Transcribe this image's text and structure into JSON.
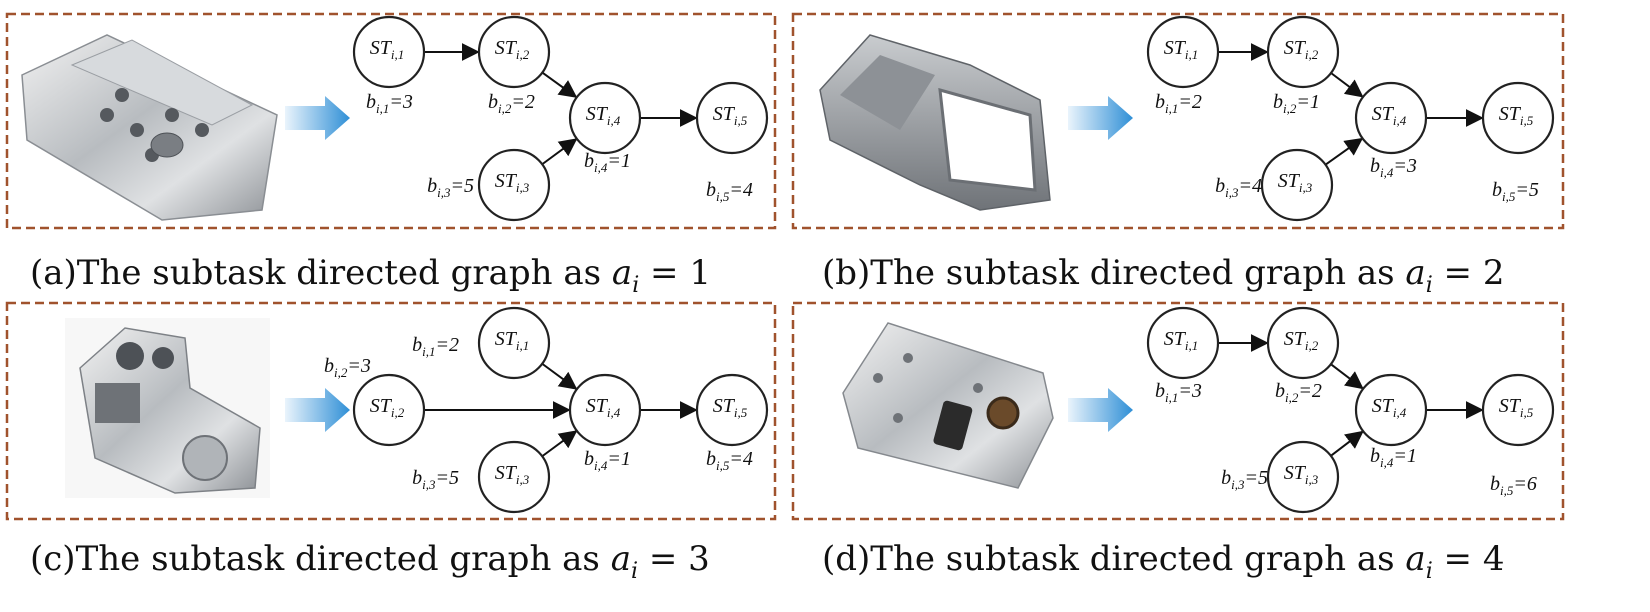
{
  "panels": [
    {
      "id": "a",
      "caption_prefix": "(a)The subtask directed graph as ",
      "caption_var": "a",
      "caption_sub": "i",
      "caption_eq": " = 1",
      "image_name": "cylinder-head-cover",
      "nodes": [
        {
          "label": "ST",
          "sub": "i,1",
          "b_label": "b",
          "b_sub": "i,1",
          "b_val": "=3"
        },
        {
          "label": "ST",
          "sub": "i,2",
          "b_label": "b",
          "b_sub": "i,2",
          "b_val": "=2"
        },
        {
          "label": "ST",
          "sub": "i,3",
          "b_label": "b",
          "b_sub": "i,3",
          "b_val": "=5"
        },
        {
          "label": "ST",
          "sub": "i,4",
          "b_label": "b",
          "b_sub": "i,4",
          "b_val": "=1"
        },
        {
          "label": "ST",
          "sub": "i,5",
          "b_label": "b",
          "b_sub": "i,5",
          "b_val": "=4"
        }
      ],
      "edges": [
        [
          "i,1",
          "i,2"
        ],
        [
          "i,2",
          "i,4"
        ],
        [
          "i,3",
          "i,4"
        ],
        [
          "i,4",
          "i,5"
        ]
      ]
    },
    {
      "id": "b",
      "caption_prefix": "(b)The subtask directed graph as ",
      "caption_var": "a",
      "caption_sub": "i",
      "caption_eq": " = 2",
      "image_name": "oil-pan",
      "nodes": [
        {
          "label": "ST",
          "sub": "i,1",
          "b_label": "b",
          "b_sub": "i,1",
          "b_val": "=2"
        },
        {
          "label": "ST",
          "sub": "i,2",
          "b_label": "b",
          "b_sub": "i,2",
          "b_val": "=1"
        },
        {
          "label": "ST",
          "sub": "i,3",
          "b_label": "b",
          "b_sub": "i,3",
          "b_val": "=4"
        },
        {
          "label": "ST",
          "sub": "i,4",
          "b_label": "b",
          "b_sub": "i,4",
          "b_val": "=3"
        },
        {
          "label": "ST",
          "sub": "i,5",
          "b_label": "b",
          "b_sub": "i,5",
          "b_val": "=5"
        }
      ],
      "edges": [
        [
          "i,1",
          "i,2"
        ],
        [
          "i,2",
          "i,4"
        ],
        [
          "i,3",
          "i,4"
        ],
        [
          "i,4",
          "i,5"
        ]
      ]
    },
    {
      "id": "c",
      "caption_prefix": "(c)The subtask directed graph as ",
      "caption_var": "a",
      "caption_sub": "i",
      "caption_eq": " = 3",
      "image_name": "transmission-housing",
      "nodes": [
        {
          "label": "ST",
          "sub": "i,1",
          "b_label": "b",
          "b_sub": "i,1",
          "b_val": "=2"
        },
        {
          "label": "ST",
          "sub": "i,2",
          "b_label": "b",
          "b_sub": "i,2",
          "b_val": "=3"
        },
        {
          "label": "ST",
          "sub": "i,3",
          "b_label": "b",
          "b_sub": "i,3",
          "b_val": "=5"
        },
        {
          "label": "ST",
          "sub": "i,4",
          "b_label": "b",
          "b_sub": "i,4",
          "b_val": "=1"
        },
        {
          "label": "ST",
          "sub": "i,5",
          "b_label": "b",
          "b_sub": "i,5",
          "b_val": "=4"
        }
      ],
      "edges": [
        [
          "i,1",
          "i,4"
        ],
        [
          "i,2",
          "i,4"
        ],
        [
          "i,3",
          "i,4"
        ],
        [
          "i,4",
          "i,5"
        ]
      ]
    },
    {
      "id": "d",
      "caption_prefix": "(d)The subtask directed graph as ",
      "caption_var": "a",
      "caption_sub": "i",
      "caption_eq": " = 4",
      "image_name": "timing-chain-cover",
      "nodes": [
        {
          "label": "ST",
          "sub": "i,1",
          "b_label": "b",
          "b_sub": "i,1",
          "b_val": "=3"
        },
        {
          "label": "ST",
          "sub": "i,2",
          "b_label": "b",
          "b_sub": "i,2",
          "b_val": "=2"
        },
        {
          "label": "ST",
          "sub": "i,3",
          "b_label": "b",
          "b_sub": "i,3",
          "b_val": "=5"
        },
        {
          "label": "ST",
          "sub": "i,4",
          "b_label": "b",
          "b_sub": "i,4",
          "b_val": "=1"
        },
        {
          "label": "ST",
          "sub": "i,5",
          "b_label": "b",
          "b_sub": "i,5",
          "b_val": "=6"
        }
      ],
      "edges": [
        [
          "i,1",
          "i,2"
        ],
        [
          "i,2",
          "i,4"
        ],
        [
          "i,3",
          "i,4"
        ],
        [
          "i,4",
          "i,5"
        ]
      ]
    }
  ],
  "colors": {
    "frame": "#a0522d",
    "arrow_gradient_start": "#e6f2fb",
    "arrow_gradient_end": "#2f8fd6"
  }
}
